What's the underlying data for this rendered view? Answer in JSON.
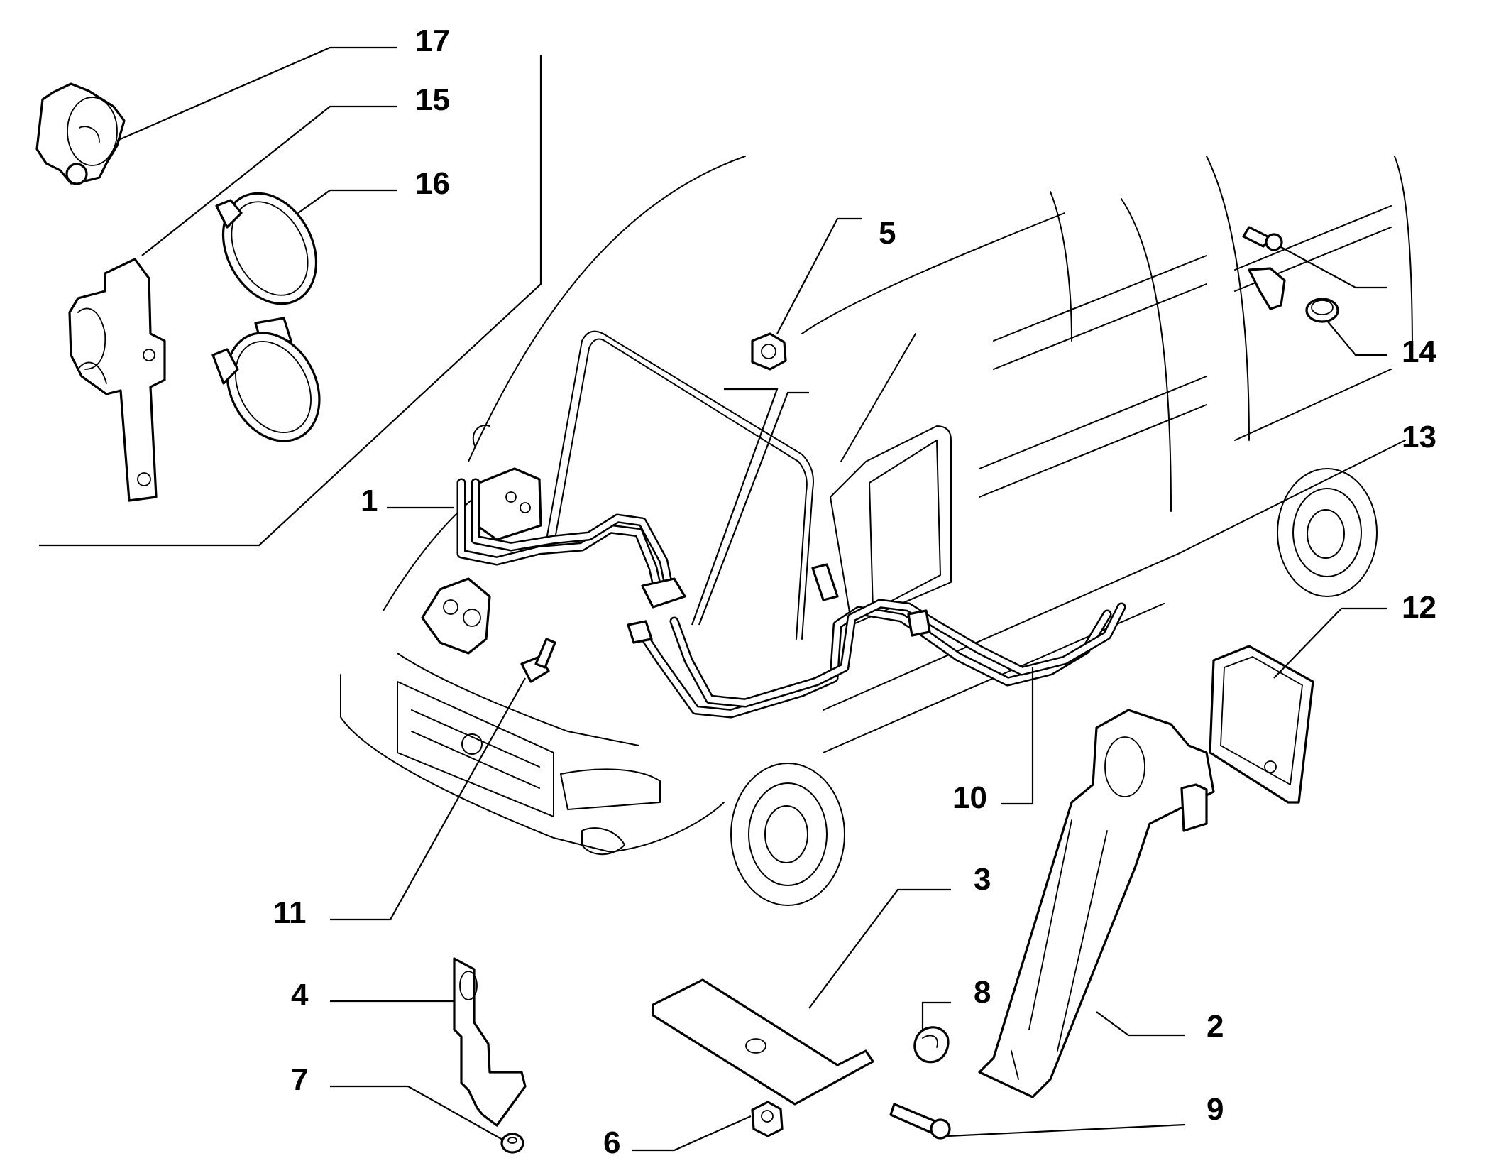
{
  "diagram": {
    "type": "exploded-parts-diagram",
    "subject": "van air-conditioning refrigerant pipe routing with brackets and fasteners",
    "callouts": [
      {
        "id": "1",
        "label": "1",
        "part": "refrigerant pipe assembly (front)"
      },
      {
        "id": "2",
        "label": "2",
        "part": "support bracket"
      },
      {
        "id": "3",
        "label": "3",
        "part": "plate bracket"
      },
      {
        "id": "4",
        "label": "4",
        "part": "pipe bracket"
      },
      {
        "id": "5",
        "label": "5",
        "part": "nut"
      },
      {
        "id": "6",
        "label": "6",
        "part": "nut"
      },
      {
        "id": "7",
        "label": "7",
        "part": "washer / spacer"
      },
      {
        "id": "8",
        "label": "8",
        "part": "grommet"
      },
      {
        "id": "9",
        "label": "9",
        "part": "socket head screw"
      },
      {
        "id": "10",
        "label": "10",
        "part": "refrigerant pipe (underbody)"
      },
      {
        "id": "11",
        "label": "11",
        "part": "bolt"
      },
      {
        "id": "12",
        "label": "12",
        "part": "gasket / seal plate"
      },
      {
        "id": "13",
        "label": "13",
        "part": "plug"
      },
      {
        "id": "14",
        "label": "14",
        "part": "bolt"
      },
      {
        "id": "15",
        "label": "15",
        "part": "pipe clamp with strap"
      },
      {
        "id": "16",
        "label": "16",
        "part": "double hose clip"
      },
      {
        "id": "17",
        "label": "17",
        "part": "clip"
      }
    ]
  }
}
